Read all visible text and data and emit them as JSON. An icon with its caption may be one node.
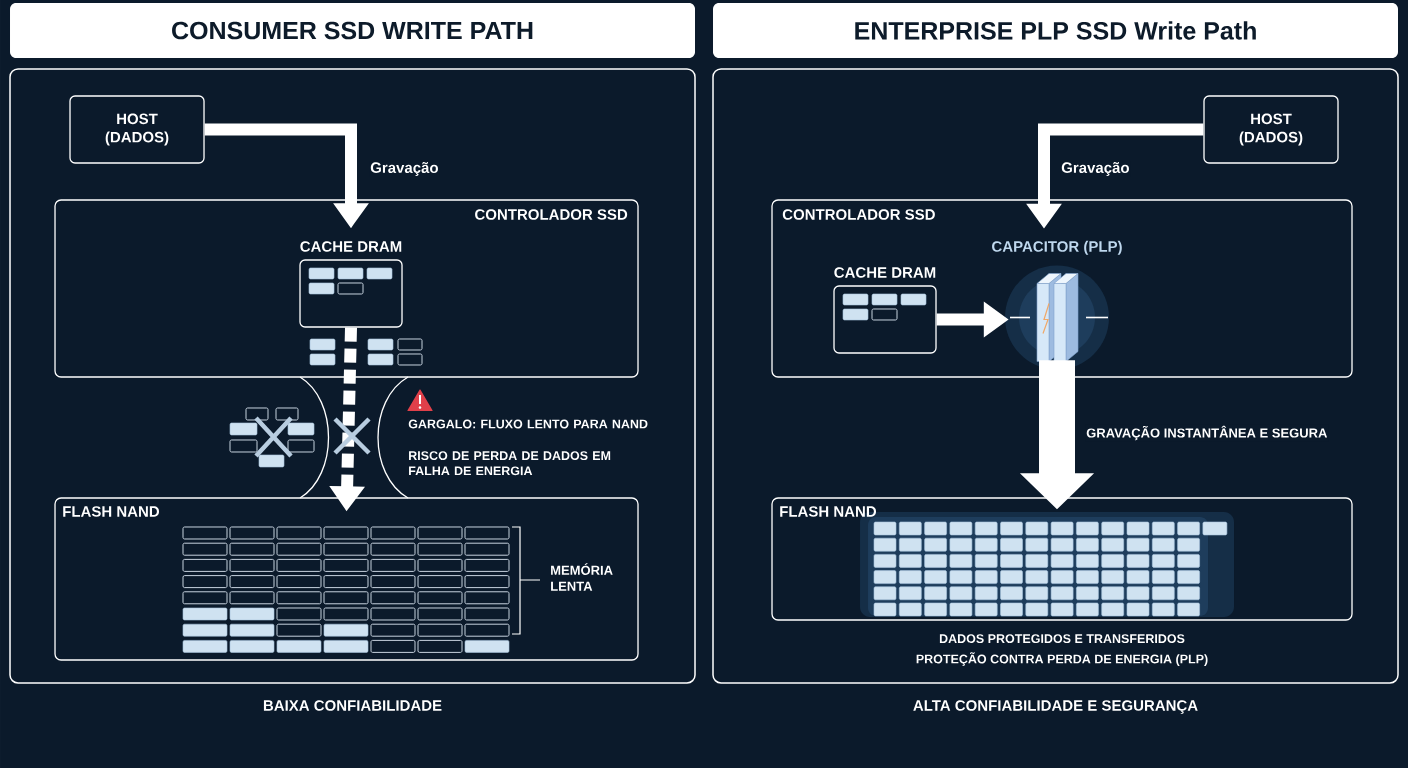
{
  "diagram": {
    "nodes": [
      {
        "text": [
          "CONSUMER SSD WRITE PATH"
        ]
      },
      {
        "text": [],
        "shape": "box",
        "beside": [
          "BAIXA CONFIABILIDADE"
        ]
      },
      {
        "text": [
          "HOST (DADOS)"
        ],
        "in": 1
      },
      {
        "text": [
          "CONTROLADOR SSD"
        ],
        "in": 1
      },
      {
        "text": [
          "CACHE DRAM"
        ],
        "in": 3
      },
      {
        "text": [
          "FLASH NAND",
          "MEMÓRIA LENTA"
        ],
        "in": 1
      },
      {
        "text": [
          "ENTERPRISE PLP SSD Write Path"
        ]
      },
      {
        "text": [],
        "shape": "box",
        "beside": [
          "ALTA CONFIABILIDADE E SEGURANÇA"
        ]
      },
      {
        "text": [
          "HOST (DADOS)"
        ],
        "in": 7
      },
      {
        "text": [
          "CONTROLADOR SSD"
        ],
        "in": 7
      },
      {
        "text": [
          "CACHE DRAM"
        ],
        "in": 9
      },
      {
        "text": [
          "CAPACITOR (PLP)"
        ],
        "in": 9
      },
      {
        "text": [
          "FLASH NAND"
        ],
        "in": 7,
        "beside": [
          "DADOS PROTEGIDOS E TRANSFERIDOS",
          "PROTEÇÃO CONTRA PERDA DE ENERGIA (PLP)"
        ]
      }
    ],
    "edges": [
      {
        "from": 2,
        "to": 4,
        "arrow": "to",
        "label": "Gravação"
      },
      {
        "from": 4,
        "to": 5,
        "arrow": "to",
        "style": "dashed"
      },
      {
        "from": 8,
        "to": 11,
        "arrow": "to",
        "label": "Gravação"
      },
      {
        "from": 10,
        "to": 11,
        "arrow": "to"
      },
      {
        "from": 11,
        "to": 12,
        "arrow": "to",
        "style": "thick",
        "label": "GRAVAÇÃO INSTANTÂNEA E SEGURA"
      }
    ],
    "labels": [
      "GARGALO: FLUXO LENTO PARA NAND",
      "RISCO DE PERDA DE DADOS EM FALHA DE ENERGIA"
    ]
  }
}
